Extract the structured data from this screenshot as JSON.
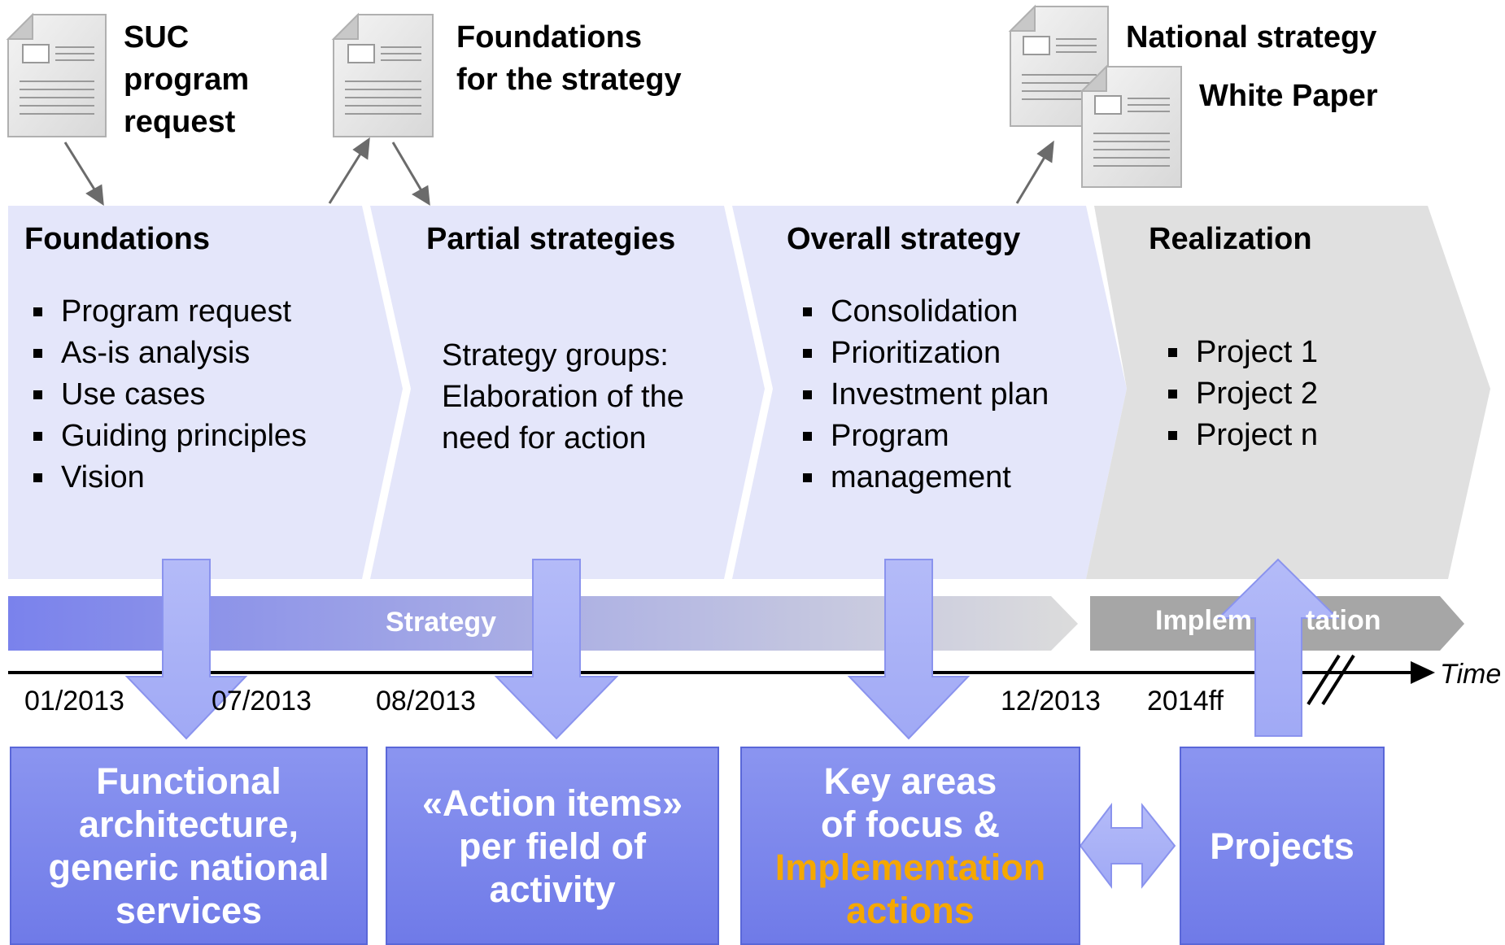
{
  "documents": {
    "suc_request": [
      "SUC",
      "program",
      "request"
    ],
    "foundations_strategy": [
      "Foundations",
      "for the strategy"
    ],
    "national_strategy": "National strategy",
    "white_paper": "White Paper"
  },
  "phases": [
    {
      "title": "Foundations",
      "items": [
        "Program request",
        "As-is analysis",
        "Use cases",
        "Guiding principles",
        "Vision"
      ]
    },
    {
      "title": "Partial strategies",
      "text": [
        "Strategy groups:",
        "Elaboration of the",
        "need for action"
      ]
    },
    {
      "title": "Overall strategy",
      "items": [
        "Consolidation",
        "Prioritization",
        "Investment plan",
        "Program",
        "management"
      ]
    },
    {
      "title": "Realization",
      "items": [
        "Project 1",
        "Project 2",
        "Project n"
      ]
    }
  ],
  "bars": {
    "strategy": "Strategy",
    "implementation_left": "Implem",
    "implementation_right": "tation"
  },
  "timeline": {
    "dates": [
      "01/2013",
      "07/2013",
      "08/2013",
      "12/2013",
      "2014ff"
    ],
    "axis_label": "Time"
  },
  "outputs": [
    {
      "lines": [
        "Functional",
        "architecture,",
        "generic national",
        "services"
      ]
    },
    {
      "lines": [
        "«Action items»",
        "per field of",
        "activity"
      ]
    },
    {
      "lines": [
        "Key areas",
        "of focus &"
      ],
      "highlight": [
        "Implementation",
        "actions"
      ]
    },
    {
      "lines": [
        "Projects"
      ]
    }
  ],
  "colors": {
    "phase_fill": "#e4e6fa",
    "realization_fill": "#e0e0e0",
    "strategy_bar_start": "#7a82ec",
    "implementation_bar": "#a6a6a6",
    "output_box": "#7883ee",
    "highlight_text": "#f5a800",
    "arrow": "#a4adf6"
  }
}
